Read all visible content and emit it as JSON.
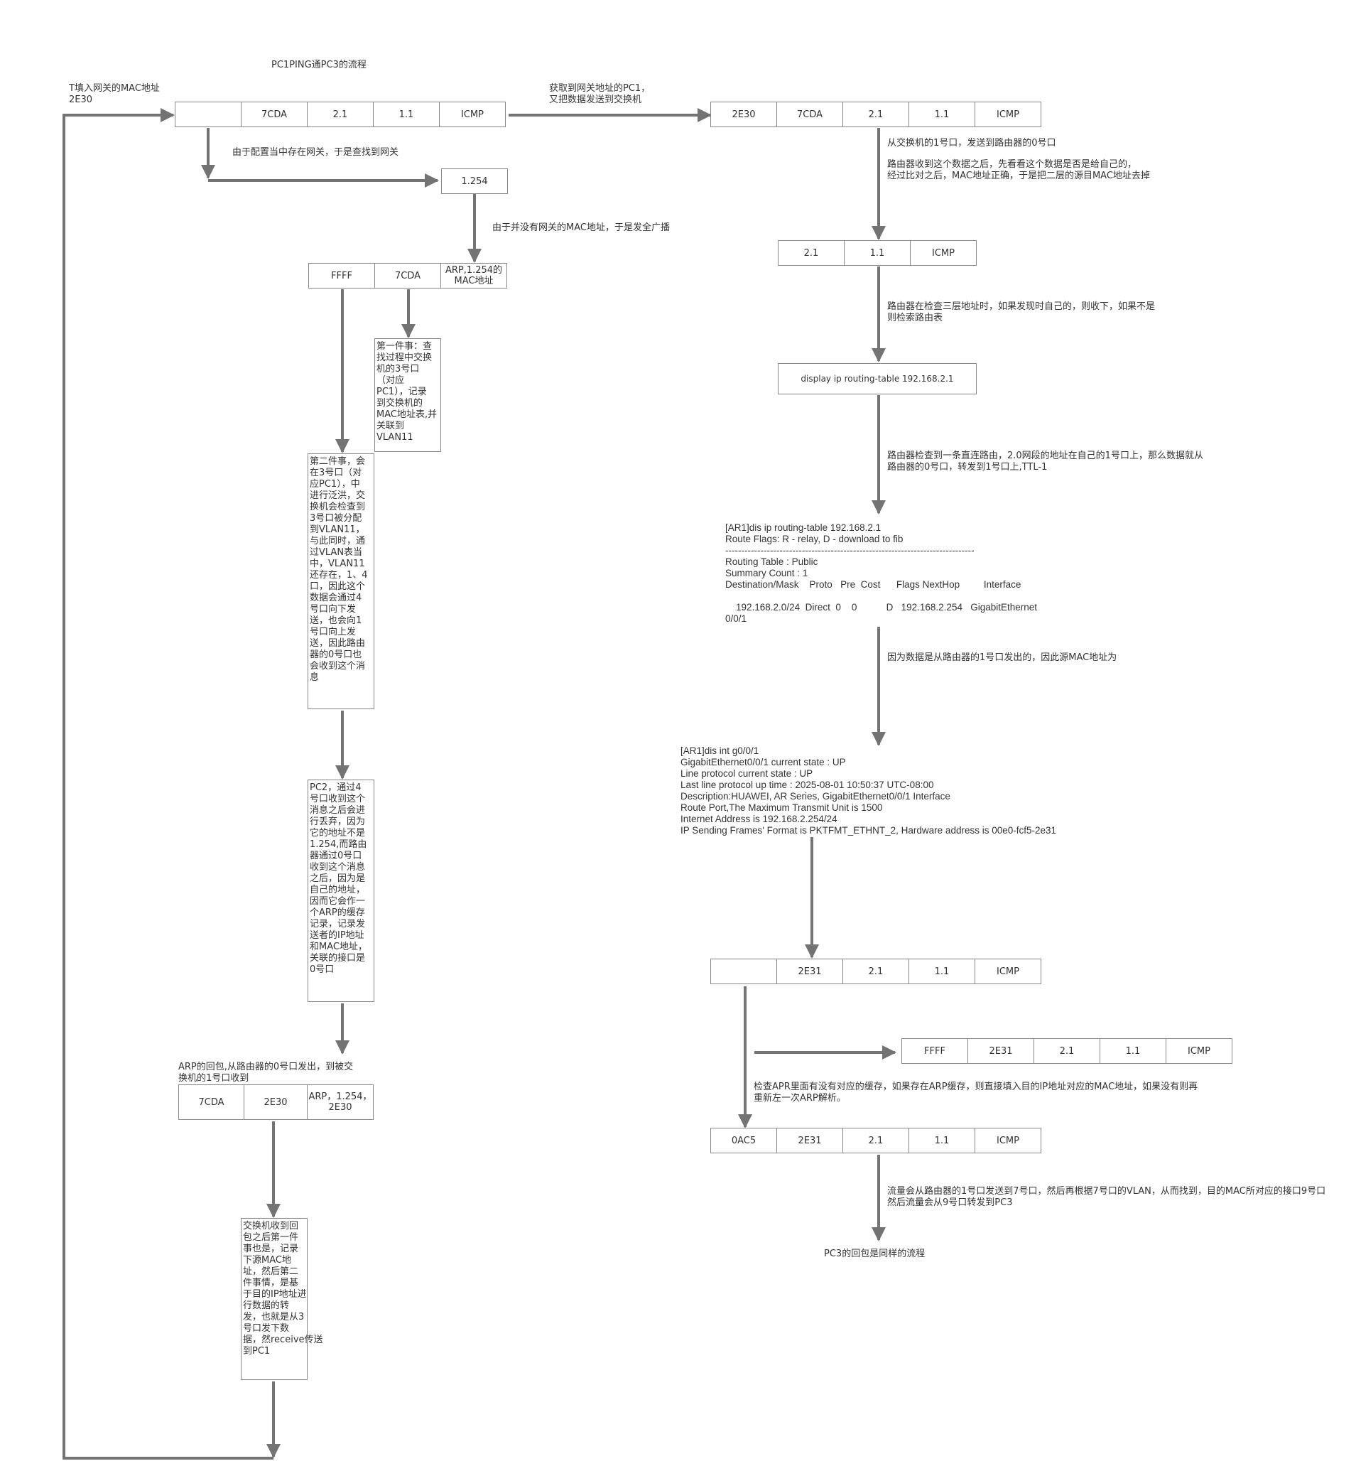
{
  "title": "PC1PING通PC3的流程",
  "labels": {
    "fill_gateway_mac": "T填入网关的MAC地址\n2E30",
    "got_gateway_mac": "获取到网关地址的PC1，\n又把数据发送到交换机",
    "config_gateway": "由于配置当中存在网关，于是查找到网关",
    "no_gateway_mac": "由于并没有网关的MAC地址，于是发全广播",
    "switch_to_router": "从交换机的1号口，发送到路由器的0号口",
    "router_check_l2": "路由器收到这个数据之后，先看看这个数据是否是给自己的，\n经过比对之后，MAC地址正确，于是把二层的源目MAC地址去掉",
    "router_check_l3": "路由器在检查三层地址时，如果发现时自己的，则收下，如果不是\n则检索路由表",
    "router_direct_route": "路由器检查到一条直连路由，2.0网段的地址在自己的1号口上，那么数据就从\n路由器的0号口，转发到1号口上,TTL-1",
    "source_mac_reason": "因为数据是从路由器的1号口发出的，因此源MAC地址为",
    "arp_reply_path": "ARP的回包,从路由器的0号口发出，到被交\n换机的1号口收到",
    "arp_cache_check": "检查APR里面有没有对应的缓存，如果存在ARP缓存，则直接填入目的IP地址对应的MAC地址，如果没有则再\n重新左一次ARP解析。",
    "traffic_to_pc3": "流量会从路由器的1号口发送到7号口，然后再根据7号口的VLAN，从而找到，目的MAC所对应的接口9号口\n然后流量会从9号口转发到PC3",
    "pc3_reply": "PC3的回包是同样的流程"
  },
  "frames": {
    "initial": [
      "",
      "7CDA",
      "2.1",
      "1.1",
      "ICMP"
    ],
    "gateway_ip": "1.254",
    "arp_request": [
      "FFFF",
      "7CDA",
      "ARP,1.254的\nMAC地址"
    ],
    "to_router": [
      "2E30",
      "7CDA",
      "2.1",
      "1.1",
      "ICMP"
    ],
    "l3_only": [
      "2.1",
      "1.1",
      "ICMP"
    ],
    "routing_cmd": "display ip routing-table 192.168.2.1",
    "arp_reply": [
      "7CDA",
      "2E30",
      "ARP，1.254，\n2E30"
    ],
    "router_out": [
      "",
      "2E31",
      "2.1",
      "1.1",
      "ICMP"
    ],
    "broadcast_out": [
      "FFFF",
      "2E31",
      "2.1",
      "1.1",
      "ICMP"
    ],
    "final": [
      "0AC5",
      "2E31",
      "2.1",
      "1.1",
      "ICMP"
    ]
  },
  "notes": {
    "first_event": "第一件事：查\n找过程中交换\n机的3号口\n（对应\nPC1），记录\n到交换机的\nMAC地址表,并\n关联到\nVLAN11",
    "second_event": "第二件事，会\n在3号口（对\n应PC1），中\n进行泛洪，交\n换机会检查到\n3号口被分配\n到VLAN11，\n与此同时，通\n过VLAN表当\n中，VLAN11\n还存在，1、4\n口，因此这个\n数据会通过4\n号口向下发\n送，也会向1\n号口向上发\n送，因此路由\n器的0号口也\n会收到这个消\n息",
    "pc2_event": "PC2，通过4\n号口收到这个\n消息之后会进\n行丢弃，因为\n它的地址不是\n1.254,而路由\n器通过0号口\n收到这个消息\n之后，因为是\n自己的地址，\n因而它会作一\n个ARP的缓存\n记录，记录发\n送者的IP地址\n和MAC地址，\n关联的接口是\n0号口",
    "switch_reply": "交换机收到回\n包之后第一件\n事也是，记录\n下源MAC地\n址，然后第二\n件事情，是基\n于目的IP地址进\n行数据的转\n发，也就是从3\n号口发下数\n据，然receive传送\n到PC1"
  },
  "terminal": {
    "routing_table": "[AR1]dis ip routing-table 192.168.2.1\nRoute Flags: R - relay, D - download to fib\n------------------------------------------------------------------------------\nRouting Table : Public\nSummary Count : 1\nDestination/Mask    Proto   Pre  Cost      Flags NextHop         Interface\n\n    192.168.2.0/24  Direct  0    0           D   192.168.2.254   GigabitEthernet\n0/0/1",
    "interface_info": "[AR1]dis int g0/0/1\nGigabitEthernet0/0/1 current state : UP\nLine protocol current state : UP\nLast line protocol up time : 2025-08-01 10:50:37 UTC-08:00\nDescription:HUAWEI, AR Series, GigabitEthernet0/0/1 Interface\nRoute Port,The Maximum Transmit Unit is 1500\nInternet Address is 192.168.2.254/24\nIP Sending Frames' Format is PKTFMT_ETHNT_2, Hardware address is 00e0-fcf5-2e31"
  },
  "colors": {
    "line": "#737373",
    "border": "#888888",
    "text": "#333333"
  }
}
